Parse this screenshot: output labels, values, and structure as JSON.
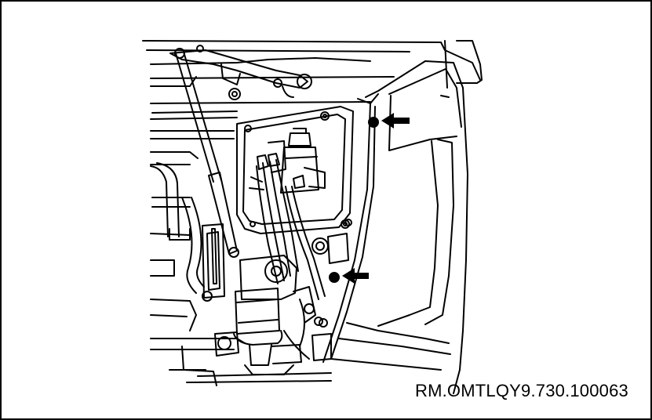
{
  "figure": {
    "reference_code": "RM.OMTLQY9.730.100063",
    "callouts": [
      {
        "icon": "arrow-left-icon",
        "target": "upper-fastener"
      },
      {
        "icon": "arrow-left-icon",
        "target": "lower-fastener"
      }
    ],
    "colors": {
      "line": "#000000",
      "background": "#ffffff"
    }
  }
}
